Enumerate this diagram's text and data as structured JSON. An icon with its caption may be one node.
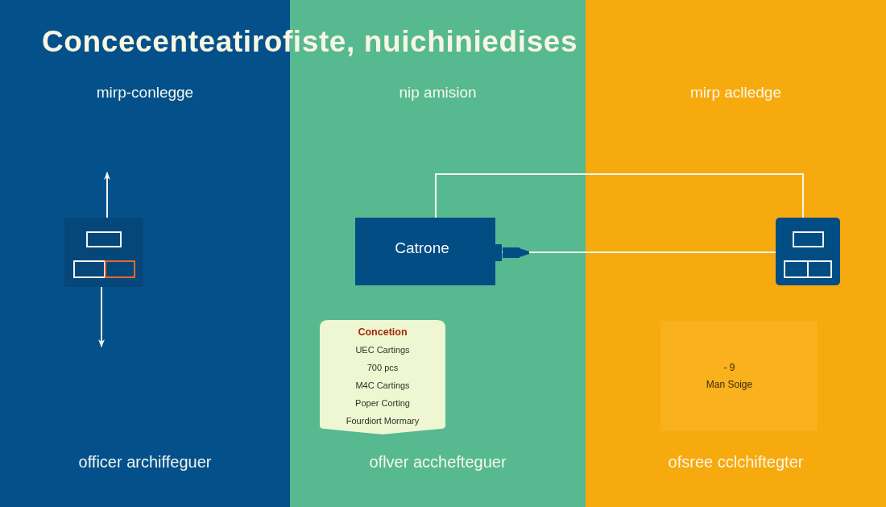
{
  "diagram": {
    "title": "Concecenteatirofiste, nuichiniedises",
    "nodes": [
      {
        "text": [
          "mirp-conlegge",
          "officer archiffeguer"
        ]
      },
      {
        "text": [
          "nip amision",
          "oflver acchefteguer"
        ]
      },
      {
        "text": [
          "mirp aclledge",
          "ofsree cclchiftegter"
        ]
      },
      {
        "text": [],
        "shape": "box",
        "in": 0
      },
      {
        "text": [
          "Catrone"
        ],
        "in": 1
      },
      {
        "text": [
          "Concetion",
          "UEC Cartings",
          "700 pcs",
          "M4C Cartings",
          "Poper Corting",
          "Fourdiort Mormary"
        ],
        "in": 1
      },
      {
        "text": [],
        "shape": "box",
        "in": 2
      },
      {
        "text": [
          "- 9",
          "Man Soige"
        ],
        "in": 2
      }
    ],
    "edges": [
      {
        "from": 3,
        "to": null,
        "arrow": "to"
      },
      {
        "from": 3,
        "to": null,
        "arrow": "to"
      },
      {
        "from": 4,
        "to": 6,
        "arrow": "none"
      },
      {
        "from": 4,
        "to": 6,
        "arrow": "none"
      }
    ]
  }
}
